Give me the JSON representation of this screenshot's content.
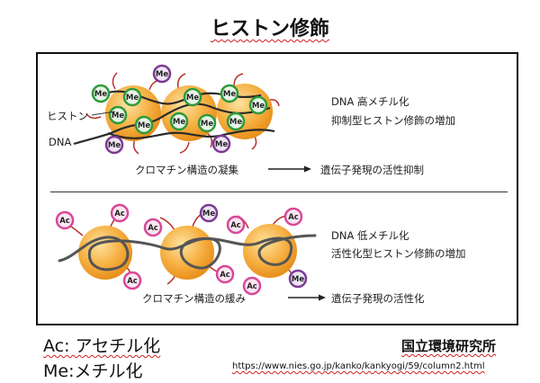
{
  "title": "ヒストン修飾",
  "top_panel": {
    "label_histone": "ヒストン",
    "label_dna": "DNA",
    "state_line1": "DNA 高メチル化",
    "state_line2": "抑制型ヒストン修飾の増加",
    "process": "クロマチン構造の凝集",
    "outcome": "遺伝子発現の活性抑制"
  },
  "bottom_panel": {
    "state_line1": "DNA 低メチル化",
    "state_line2": "活性化型ヒストン修飾の増加",
    "process": "クロマチン構造の緩み",
    "outcome": "遺伝子発現の活性化"
  },
  "badge_text": {
    "methyl": "Me",
    "acetyl": "Ac"
  },
  "legend": {
    "acetyl": "Ac: アセチル化",
    "methyl": "Me:メチル化"
  },
  "credit": {
    "org": "国立環境研究所",
    "url": "https://www.nies.go.jp/kanko/kankyogi/59/column2.html"
  },
  "colors": {
    "histone_fill": "#f4a52c",
    "histone_light": "#fbd98a",
    "me_green": "#2f9a3a",
    "me_purple": "#7b3a93",
    "ac_pink": "#d8479a",
    "tail": "#b8332c",
    "dna": "#333333"
  }
}
